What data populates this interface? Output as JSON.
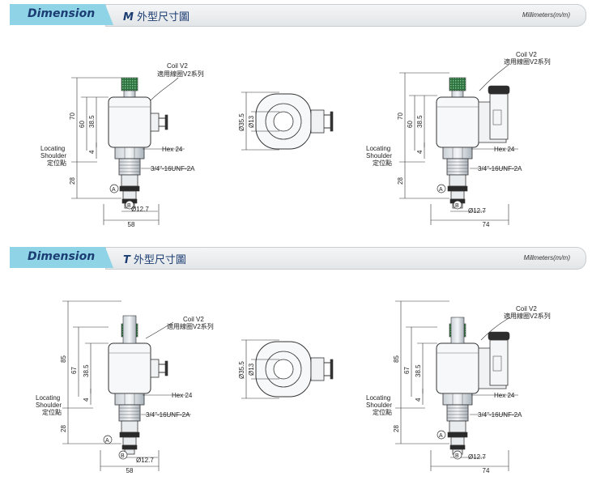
{
  "header_m": {
    "title": "Dimension",
    "model_letter": "M",
    "model_text": "外型尺寸圖",
    "unit": "Millimeters(m/m)"
  },
  "header_t": {
    "title": "Dimension",
    "model_letter": "T",
    "model_text": "外型尺寸圖",
    "unit": "Millmeters(m/m)"
  },
  "labels": {
    "coil": "Coil V2",
    "coil_cn": "適用線圈V2系列",
    "locating": "Locating",
    "shoulder": "Shoulder",
    "shoulder_cn": "定位點",
    "hex": "Hex 24",
    "thread": "3/4\"-16UNF-2A",
    "dia": "Ø12.7",
    "port_a": "A",
    "port_b": "B",
    "dia_outer": "Ø35.5",
    "dia_inner": "Ø13"
  },
  "dims_m": {
    "h_total": "70",
    "h_coil": "60",
    "h_body": "38.5",
    "h_shoulder": "4",
    "h_bottom": "28",
    "w_left": "58",
    "w_right": "74"
  },
  "dims_t": {
    "h_total": "85",
    "h_coil": "67",
    "h_body": "38.5",
    "h_shoulder": "4",
    "h_bottom": "28",
    "w_left": "58",
    "w_right": "74"
  },
  "colors": {
    "tab": "#8fd3e6",
    "title": "#1c3d73",
    "line": "#333333"
  }
}
